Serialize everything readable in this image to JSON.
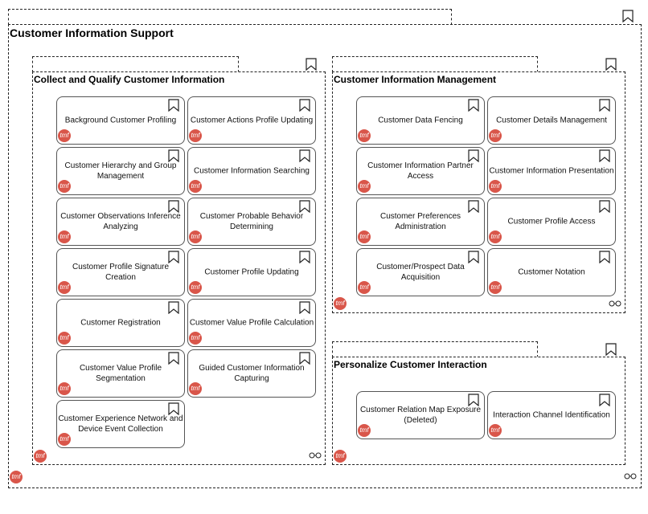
{
  "groups": {
    "outer": {
      "title": "Customer Information Support"
    },
    "collect": {
      "title": "Collect and Qualify Customer Information"
    },
    "cim": {
      "title": "Customer Information Management"
    },
    "personalize": {
      "title": "Personalize Customer Interaction"
    }
  },
  "cards": {
    "collect": [
      "Background Customer Profiling",
      "Customer Actions Profile Updating",
      "Customer Hierarchy and Group Management",
      "Customer Information Searching",
      "Customer Observations Inference Analyzing",
      "Customer Probable Behavior Determining",
      "Customer Profile Signature Creation",
      "Customer Profile Updating",
      "Customer Registration",
      "Customer Value Profile Calculation",
      "Customer Value Profile Segmentation",
      "Guided Customer Information Capturing",
      "Customer Experience Network and Device Event Collection"
    ],
    "cim": [
      "Customer Data Fencing",
      "Customer Details Management",
      "Customer Information Partner Access",
      "Customer Information Presentation",
      "Customer Preferences Administration",
      "Customer Profile Access",
      "Customer/Prospect Data Acquisition",
      "Customer Notation"
    ],
    "personalize": [
      "Customer Relation Map Exposure (Deleted)",
      "Interaction Channel Identification"
    ]
  },
  "badge_text": "tmf",
  "colors": {
    "badge": "#d9564a",
    "border": "#222222"
  },
  "icons": {
    "card_corner": "bookmark-icon",
    "badge": "tmf-logo-icon",
    "group_footer": "link-icon"
  }
}
